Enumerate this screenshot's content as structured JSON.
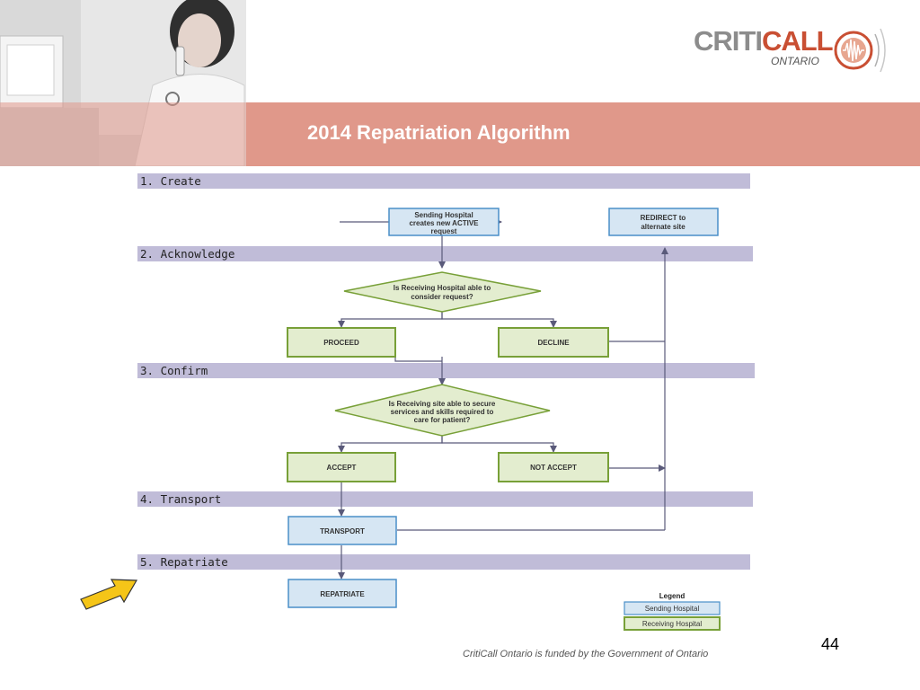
{
  "header": {
    "title": "2014 Repatriation Algorithm",
    "logo": {
      "part1": "CRITI",
      "part2": "CALL",
      "subtitle": "ONTARIO"
    },
    "photo_icon": "doctor-on-phone-photo"
  },
  "stages": [
    {
      "label": "1. Create"
    },
    {
      "label": "2. Acknowledge"
    },
    {
      "label": "3. Confirm"
    },
    {
      "label": "4. Transport"
    },
    {
      "label": "5. Repatriate"
    }
  ],
  "nodes": {
    "sending_request": [
      "Sending Hospital",
      "creates new  ACTIVE",
      "request"
    ],
    "redirect": [
      "REDIRECT to",
      "alternate site"
    ],
    "decision_consider": [
      "Is Receiving Hospital able to",
      "consider request?"
    ],
    "proceed": "PROCEED",
    "decline": "DECLINE",
    "decision_secure": [
      "Is Receiving site able to secure",
      "services and skills required to",
      "care for patient?"
    ],
    "accept": "ACCEPT",
    "not_accept": "NOT ACCEPT",
    "transport": "TRANSPORT",
    "repatriate": "REPATRIATE"
  },
  "legend": {
    "title": "Legend",
    "sending": "Sending Hospital",
    "receiving": "Receiving Hospital"
  },
  "colors": {
    "banner": "#e0988a",
    "stage_bar": "#c0bcd8",
    "sending_fill": "#d6e6f3",
    "sending_stroke": "#4a8fc8",
    "receiving_fill": "#e3edcf",
    "receiving_stroke": "#78a038",
    "connector": "#5a5a7a",
    "pointer_arrow": "#f5c518"
  },
  "footer": {
    "page_number": "44",
    "funding": "CritiCall Ontario is funded by the Government of Ontario"
  }
}
